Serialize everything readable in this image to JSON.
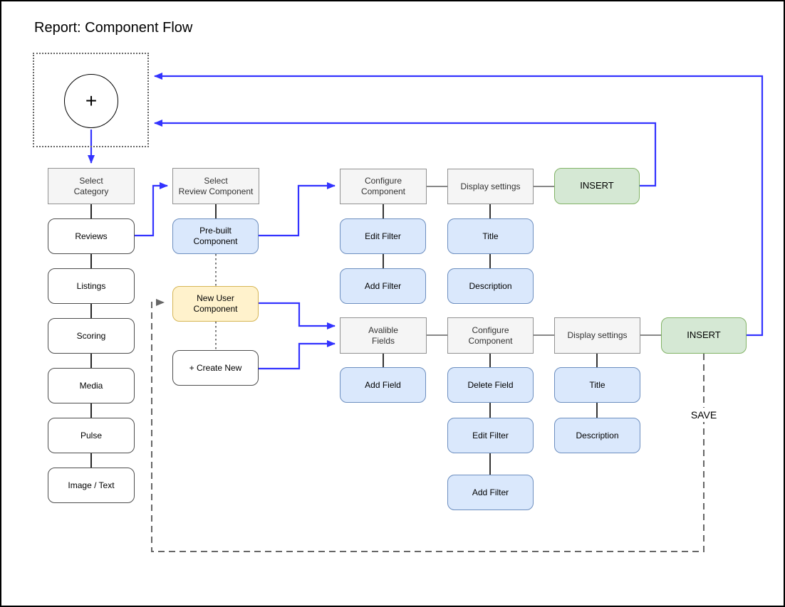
{
  "page": {
    "title": "Report: Component Flow"
  },
  "start": {
    "plus_icon": "+"
  },
  "nodes": {
    "select_category": "Select\nCategory",
    "reviews": "Reviews",
    "listings": "Listings",
    "scoring": "Scoring",
    "media": "Media",
    "pulse": "Pulse",
    "image_text": "Image / Text",
    "select_review_component": "Select\nReview Component",
    "pre_built_component": "Pre-built\nComponent",
    "new_user_component": "New User\nComponent",
    "create_new": "+ Create New",
    "configure_component_1": "Configure\nComponent",
    "edit_filter_1": "Edit Filter",
    "add_filter_1": "Add Filter",
    "display_settings_1": "Display settings",
    "title_1": "Title",
    "description_1": "Description",
    "insert_1": "INSERT",
    "avalible_fields": "Avalible\nFields",
    "add_field": "Add Field",
    "configure_component_2": "Configure\nComponent",
    "delete_field": "Delete Field",
    "edit_filter_2": "Edit Filter",
    "add_filter_2": "Add Filter",
    "display_settings_2": "Display settings",
    "title_2": "Title",
    "description_2": "Description",
    "insert_2": "INSERT"
  },
  "edge_labels": {
    "save": "SAVE"
  },
  "colors": {
    "arrow_blue": "#3333ff",
    "connector_dark": "#000000",
    "connector_gray": "#616161",
    "dashed_gray": "#666666",
    "node_blue_fill": "#dae8fc",
    "node_blue_border": "#6c8ebf",
    "node_green_fill": "#d5e8d4",
    "node_green_border": "#82b366",
    "node_yellow_fill": "#fff2cc",
    "node_yellow_border": "#d6b656",
    "node_gray_fill": "#f5f5f5",
    "node_gray_border": "#919191"
  }
}
